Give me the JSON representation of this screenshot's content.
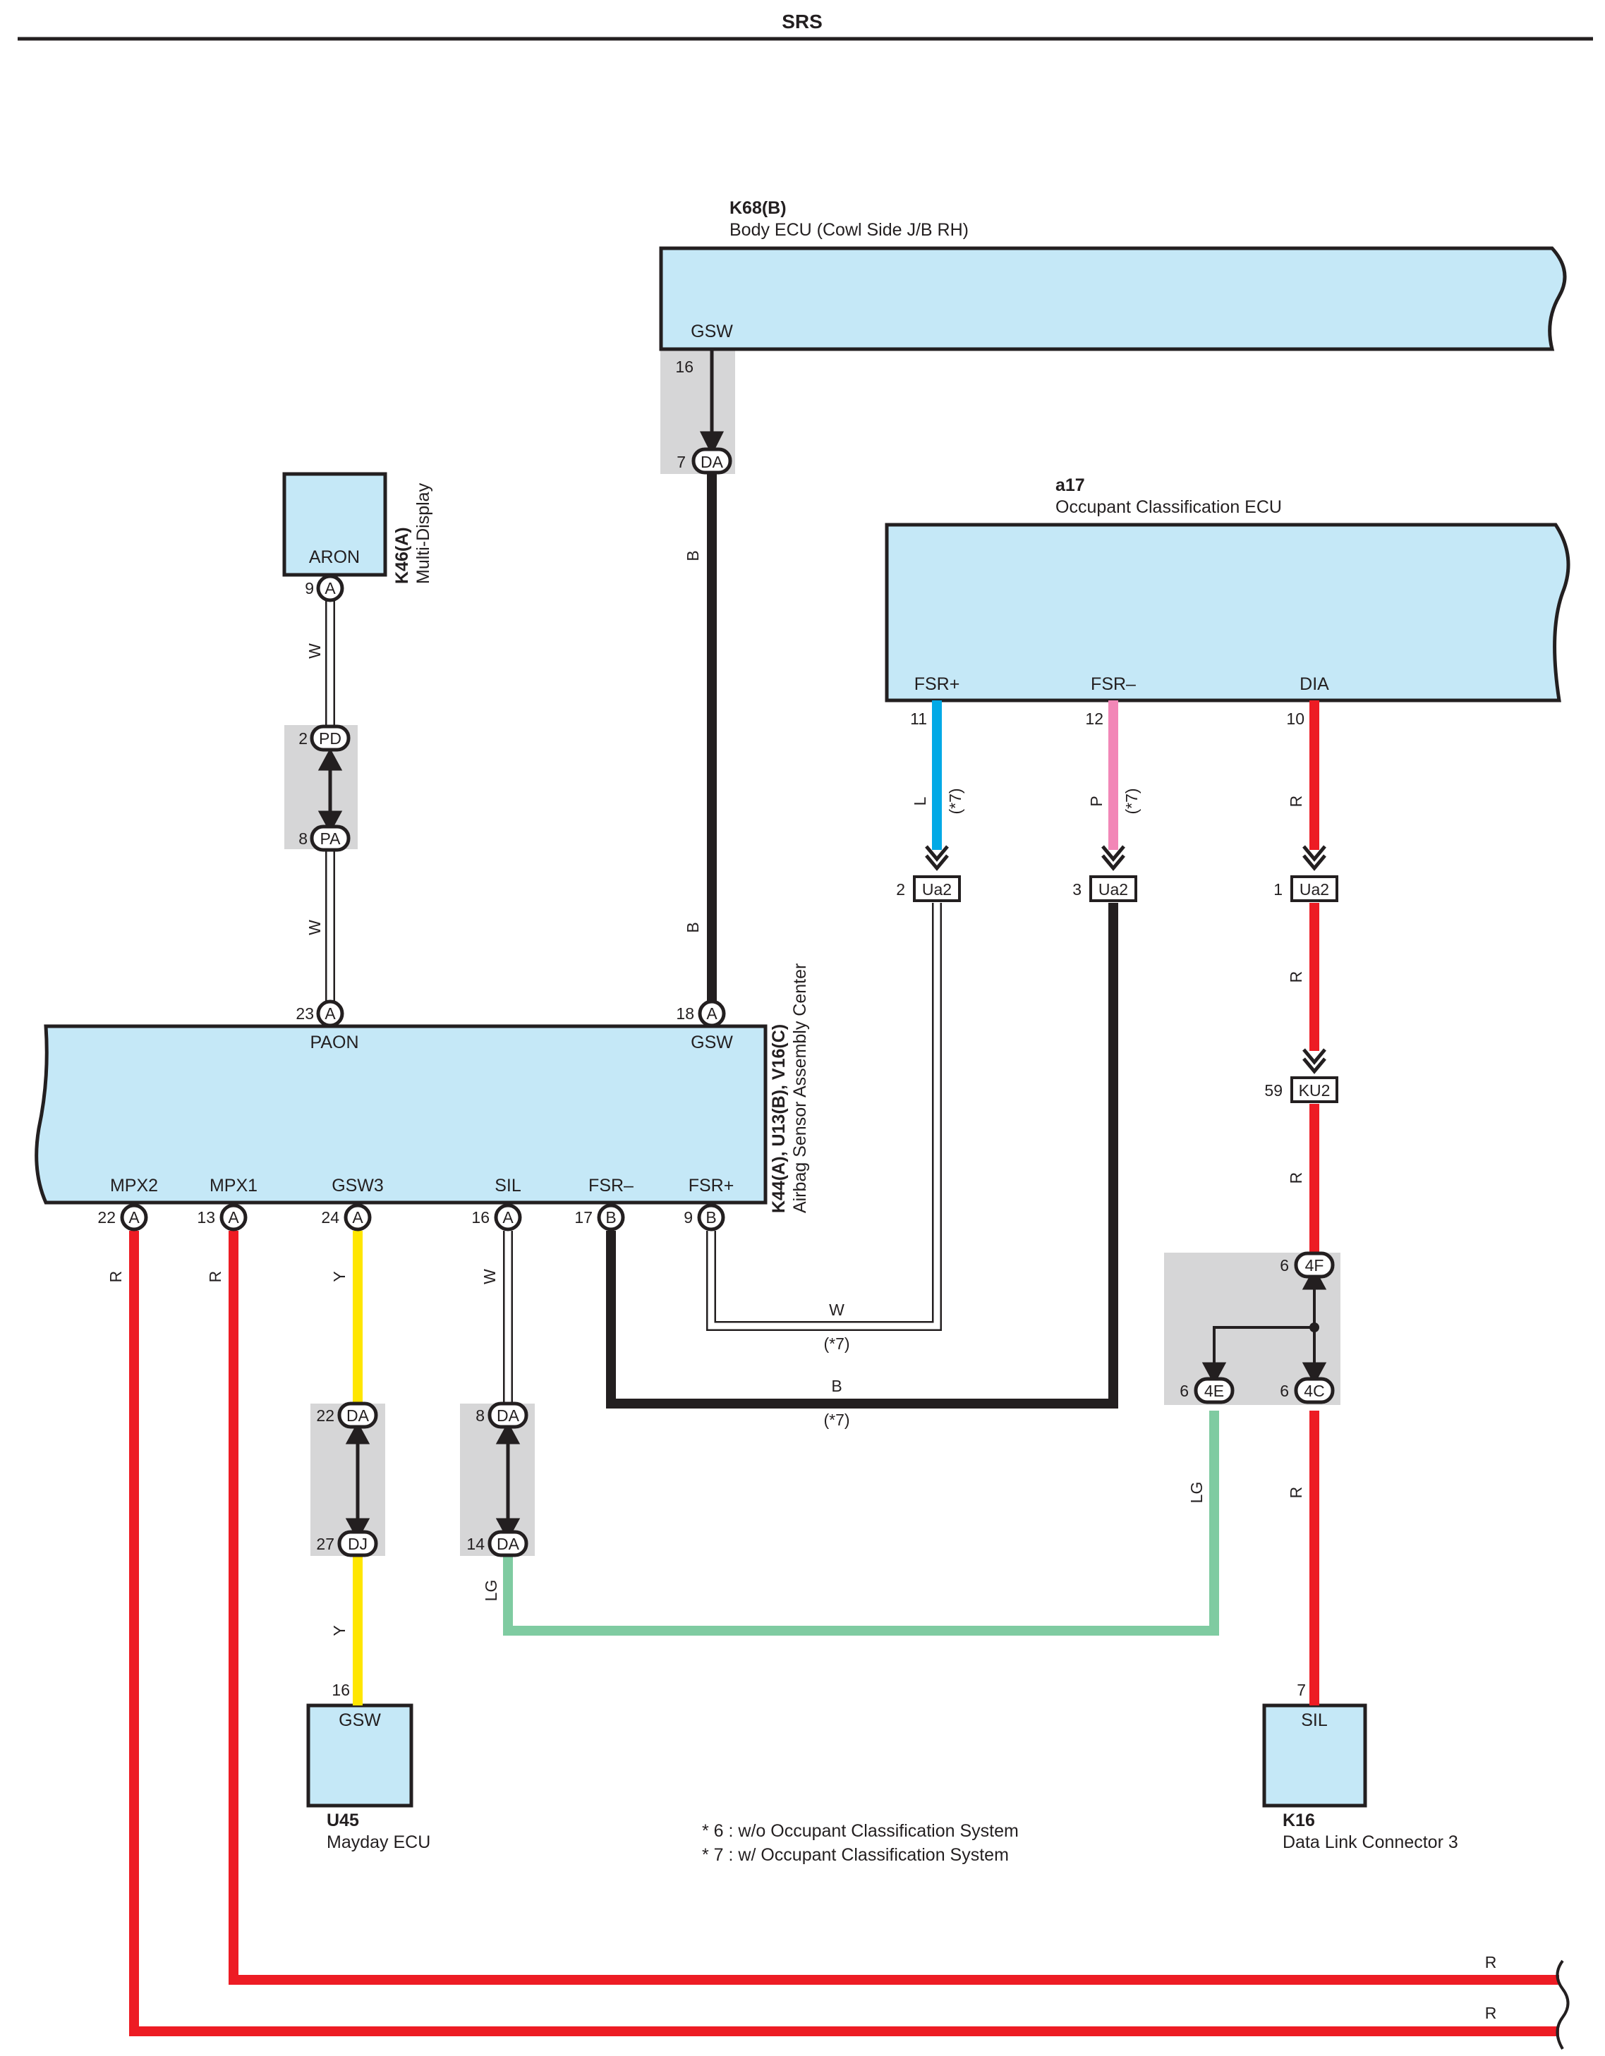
{
  "header": {
    "title": "SRS"
  },
  "components": {
    "body_ecu": {
      "code": "K68(B)",
      "name": "Body ECU (Cowl Side J/B RH)",
      "terminal": "GSW",
      "pin": "16"
    },
    "multi_display": {
      "code": "K46(A)",
      "name": "Multi-Display",
      "terminal": "ARON",
      "pin": "9",
      "conn": "A"
    },
    "occupant_ecu": {
      "code": "a17",
      "name": "Occupant Classification ECU",
      "terminals": [
        {
          "name": "FSR+",
          "pin": "11"
        },
        {
          "name": "FSR–",
          "pin": "12"
        },
        {
          "name": "DIA",
          "pin": "10"
        }
      ]
    },
    "airbag": {
      "code": "K44(A), U13(B), V16(C)",
      "name": "Airbag Sensor Assembly Center",
      "top_terminals": [
        {
          "name": "PAON",
          "pin": "23",
          "conn": "A"
        },
        {
          "name": "GSW",
          "pin": "18",
          "conn": "A"
        }
      ],
      "bottom_terminals": [
        {
          "name": "MPX2",
          "pin": "22",
          "conn": "A"
        },
        {
          "name": "MPX1",
          "pin": "13",
          "conn": "A"
        },
        {
          "name": "GSW3",
          "pin": "24",
          "conn": "A"
        },
        {
          "name": "SIL",
          "pin": "16",
          "conn": "A"
        },
        {
          "name": "FSR–",
          "pin": "17",
          "conn": "B"
        },
        {
          "name": "FSR+",
          "pin": "9",
          "conn": "B"
        }
      ]
    },
    "mayday": {
      "code": "U45",
      "name": "Mayday ECU",
      "terminal": "GSW",
      "pin": "16"
    },
    "dlc3": {
      "code": "K16",
      "name": "Data Link Connector 3",
      "terminal": "SIL",
      "pin": "7"
    }
  },
  "connectors": {
    "da_top": {
      "pin": "7",
      "label": "DA"
    },
    "pd": {
      "pin": "2",
      "label": "PD"
    },
    "pa": {
      "pin": "8",
      "label": "PA"
    },
    "ua2_l": {
      "pin": "2",
      "label": "Ua2"
    },
    "ua2_p": {
      "pin": "3",
      "label": "Ua2"
    },
    "ua2_r": {
      "pin": "1",
      "label": "Ua2"
    },
    "ku2": {
      "pin": "59",
      "label": "KU2"
    },
    "j4f": {
      "pin": "6",
      "label": "4F"
    },
    "j4e": {
      "pin": "6",
      "label": "4E"
    },
    "j4c": {
      "pin": "6",
      "label": "4C"
    },
    "da_y": {
      "pin": "22",
      "label": "DA"
    },
    "dj_y": {
      "pin": "27",
      "label": "DJ"
    },
    "da_w1": {
      "pin": "8",
      "label": "DA"
    },
    "da_w2": {
      "pin": "14",
      "label": "DA"
    }
  },
  "wires": {
    "b": "B",
    "w": "W",
    "l": "L",
    "p": "P",
    "r": "R",
    "y": "Y",
    "lg": "LG",
    "note7": "(*7)"
  },
  "notes": [
    "* 6 : w/o Occupant Classification System",
    "* 7 : w/ Occupant Classification System"
  ],
  "colors": {
    "ecu_fill": "#c5e8f7",
    "splice_fill": "#d6d6d7",
    "wire_black": "#231f20",
    "wire_red": "#ed1c24",
    "wire_yellow": "#ffe600",
    "wire_green": "#7fcba1",
    "wire_blue": "#00a9e6",
    "wire_pink": "#f287b7"
  }
}
